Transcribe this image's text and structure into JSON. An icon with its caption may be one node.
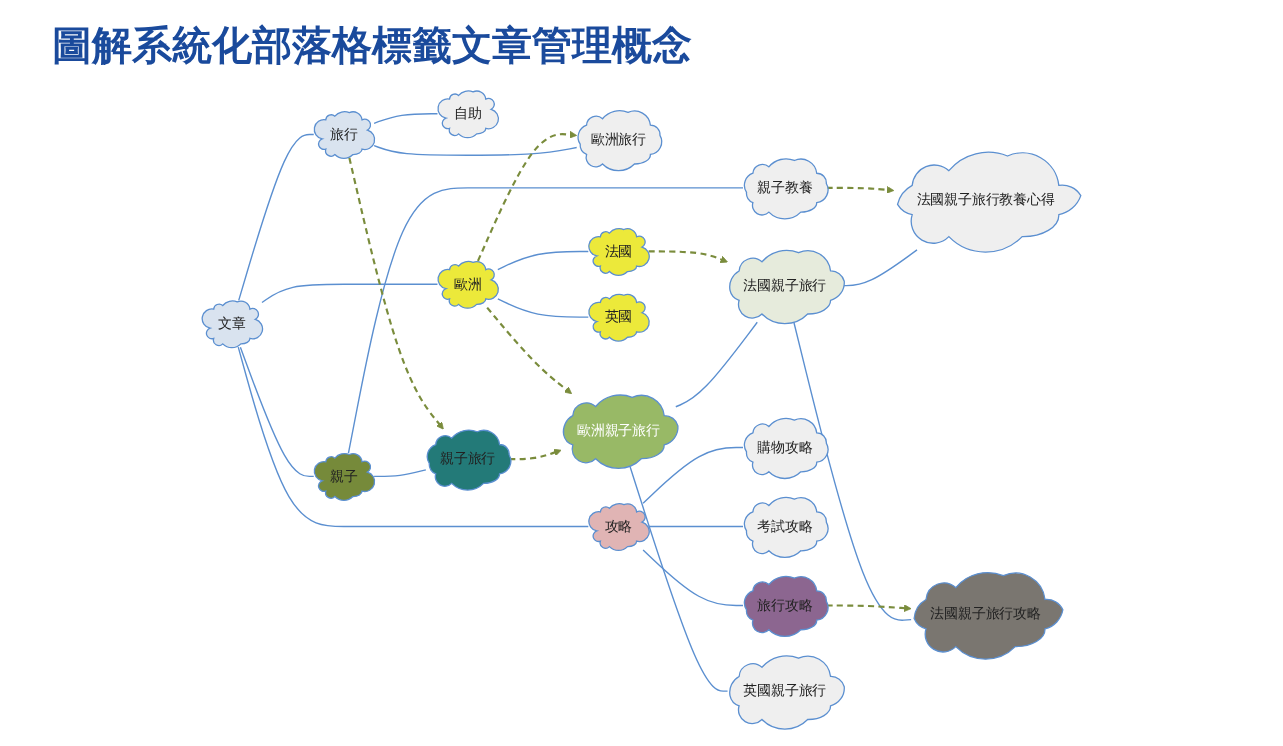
{
  "diagram": {
    "title": "圖解系統化部落格標籤文章管理概念",
    "nodes": [
      {
        "text": [
          "文章"
        ]
      },
      {
        "text": [
          "旅行"
        ]
      },
      {
        "text": [
          "歐洲旅行"
        ]
      },
      {
        "text": [
          "自助"
        ]
      },
      {
        "text": [
          "親子"
        ]
      },
      {
        "text": [
          "親子旅行"
        ]
      },
      {
        "text": [
          "親子教養"
        ]
      },
      {
        "text": [
          "攻略"
        ]
      },
      {
        "text": [
          "旅行攻略"
        ]
      },
      {
        "text": [
          "購物攻略"
        ]
      },
      {
        "text": [
          "考試攻略"
        ]
      },
      {
        "text": [
          "歐洲"
        ]
      },
      {
        "text": [
          "法國"
        ]
      },
      {
        "text": [
          "英國"
        ]
      },
      {
        "text": [
          "歐洲親子旅行"
        ]
      },
      {
        "text": [
          "法國親子旅行"
        ]
      },
      {
        "text": [
          "英國親子旅行"
        ]
      },
      {
        "text": [
          "法國親子旅行教養心得"
        ]
      },
      {
        "text": [
          "法國親子旅行攻略"
        ]
      }
    ],
    "edges": [
      {
        "from": 0,
        "to": 1,
        "arrow": "none"
      },
      {
        "from": 1,
        "to": 2,
        "arrow": "none"
      },
      {
        "from": 1,
        "to": 3,
        "arrow": "none"
      },
      {
        "from": 0,
        "to": 4,
        "arrow": "none"
      },
      {
        "from": 4,
        "to": 5,
        "arrow": "none"
      },
      {
        "from": 4,
        "to": 6,
        "arrow": "none"
      },
      {
        "from": 0,
        "to": 7,
        "arrow": "none"
      },
      {
        "from": 7,
        "to": 8,
        "arrow": "none"
      },
      {
        "from": 7,
        "to": 9,
        "arrow": "none"
      },
      {
        "from": 7,
        "to": 10,
        "arrow": "none"
      },
      {
        "from": 0,
        "to": 11,
        "arrow": "none"
      },
      {
        "from": 11,
        "to": 12,
        "arrow": "none"
      },
      {
        "from": 11,
        "to": 13,
        "arrow": "none"
      },
      {
        "from": 14,
        "to": 15,
        "arrow": "none"
      },
      {
        "from": 14,
        "to": 16,
        "arrow": "none"
      },
      {
        "from": 15,
        "to": 17,
        "arrow": "none"
      },
      {
        "from": 15,
        "to": 18,
        "arrow": "none"
      },
      {
        "from": 11,
        "to": 2,
        "arrow": "to",
        "style": "dashed",
        "color": "#7a8c3c"
      },
      {
        "from": 1,
        "to": 5,
        "arrow": "to",
        "style": "dashed",
        "color": "#7a8c3c"
      },
      {
        "from": 5,
        "to": 14,
        "arrow": "to",
        "style": "dashed",
        "color": "#7a8c3c"
      },
      {
        "from": 6,
        "to": 17,
        "arrow": "to",
        "style": "dashed",
        "color": "#7a8c3c"
      },
      {
        "from": 12,
        "to": 15,
        "arrow": "to",
        "style": "dashed",
        "color": "#7a8c3c"
      },
      {
        "from": 11,
        "to": 14,
        "arrow": "to",
        "style": "dashed",
        "color": "#7a8c3c"
      },
      {
        "from": 8,
        "to": 18,
        "arrow": "to",
        "style": "dashed",
        "color": "#7a8c3c"
      }
    ]
  }
}
